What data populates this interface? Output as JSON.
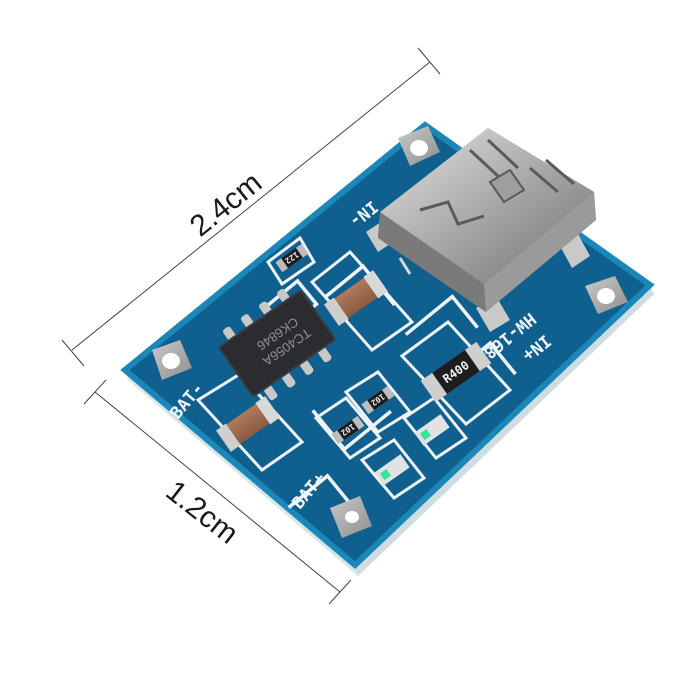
{
  "image": {
    "subject": "TP4056 lithium battery charger module with mini USB connector",
    "background_color": "#ffffff",
    "pcb_color": "#0f5f8f",
    "pcb_edge_color": "#1b86b8"
  },
  "dimensions": {
    "length_label": "2.4cm",
    "width_label": "1.2cm",
    "line_color": "#333333"
  },
  "silkscreen": {
    "in_minus": "IN-",
    "in_plus": "IN+",
    "model": "HW-168",
    "bat_minus": "BAT-",
    "bat_plus": "BAT+"
  },
  "components": {
    "ic": {
      "line1": "TC4056A",
      "line2": "CK6846"
    },
    "resistor_large": "R400",
    "resistor_small_1": "122",
    "resistor_small_2": "102",
    "resistor_small_3": "102",
    "connector": "mini-usb-connector",
    "led_color": "#3fe0a0"
  }
}
